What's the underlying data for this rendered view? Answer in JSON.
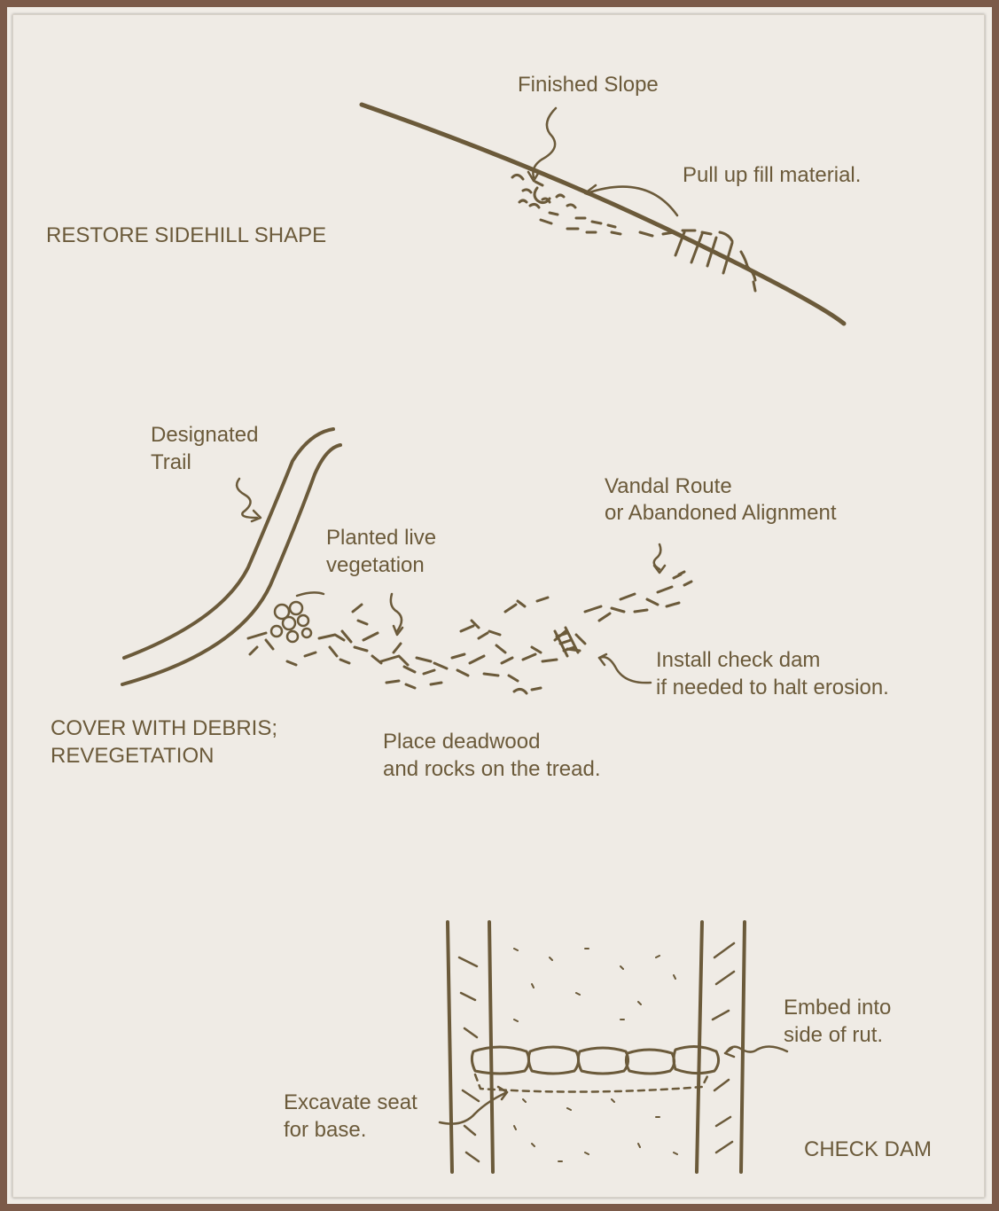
{
  "colors": {
    "ink": "#6b5a3a",
    "border": "#7b5a49",
    "paper": "#efebe5"
  },
  "sections": {
    "sidehill": {
      "title": "RESTORE SIDEHILL SHAPE",
      "finished_slope": "Finished Slope",
      "pull_up_fill": "Pull up fill material."
    },
    "debris": {
      "title_line1": "COVER WITH DEBRIS;",
      "title_line2": "REVEGETATION",
      "designated_trail_line1": "Designated",
      "designated_trail_line2": "Trail",
      "planted_line1": "Planted live",
      "planted_line2": "vegetation",
      "vandal_line1": "Vandal Route",
      "vandal_line2": "or Abandoned Alignment",
      "check_dam_line1": "Install check dam",
      "check_dam_line2": "if needed to halt erosion.",
      "deadwood_line1": "Place deadwood",
      "deadwood_line2": "and rocks on the tread."
    },
    "checkdam": {
      "title": "CHECK DAM",
      "embed_line1": "Embed into",
      "embed_line2": "side of rut.",
      "excavate_line1": "Excavate seat",
      "excavate_line2": "for base."
    }
  }
}
